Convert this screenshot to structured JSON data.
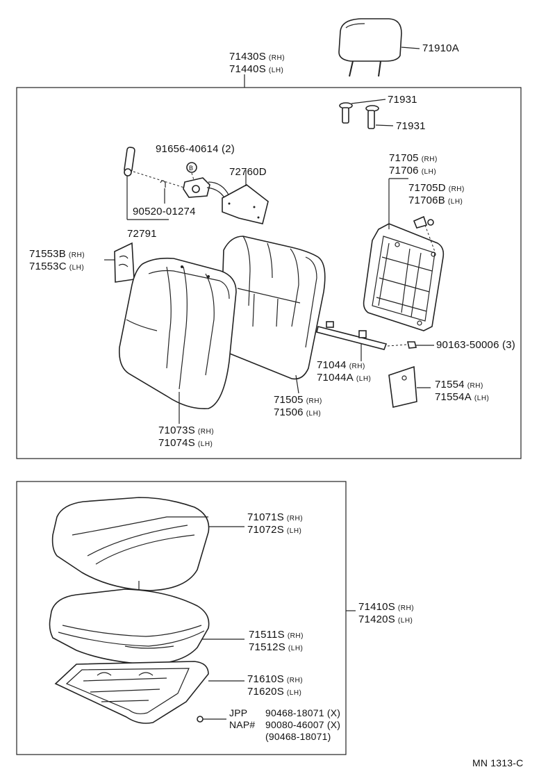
{
  "parts": {
    "headrest": "71910A",
    "back_assy": {
      "rh": "71430S",
      "lh": "71440S"
    },
    "headrest_support_1": "71931",
    "headrest_support_2": "71931",
    "screw": "91656-40614",
    "screw_qty": "(2)",
    "screw_marker": "B",
    "recliner_cover": "72760D",
    "pin": "90520-01274",
    "lever": "72791",
    "back_frame": {
      "rh": "71705",
      "lh": "71706"
    },
    "back_frame_sub": {
      "rh": "71705D",
      "lh": "71706B"
    },
    "side_cover_left": {
      "rh": "71553B",
      "lh": "71553C"
    },
    "bolt": "90163-50006",
    "bolt_qty": "(3)",
    "hinge": {
      "rh": "71044",
      "lh": "71044A"
    },
    "side_cover_right": {
      "rh": "71554",
      "lh": "71554A"
    },
    "back_pad": {
      "rh": "71505",
      "lh": "71506"
    },
    "back_cover": {
      "rh": "71073S",
      "lh": "71074S"
    },
    "cushion_cover": {
      "rh": "71071S",
      "lh": "71072S"
    },
    "cushion_assy": {
      "rh": "71410S",
      "lh": "71420S"
    },
    "cushion_pad": {
      "rh": "71511S",
      "lh": "71512S"
    },
    "cushion_frame": {
      "rh": "71610S",
      "lh": "71620S"
    },
    "clip_jpp_label": "JPP",
    "clip_jpp_part": "90468-18071",
    "clip_jpp_x": "(X)",
    "clip_nap_label": "NAP#",
    "clip_nap_part": "90080-46007",
    "clip_nap_x": "(X)",
    "clip_alt": "(90468-18071)"
  },
  "side_labels": {
    "rh": "(RH)",
    "lh": "(LH)"
  },
  "footer_code": "MN  1313-C"
}
